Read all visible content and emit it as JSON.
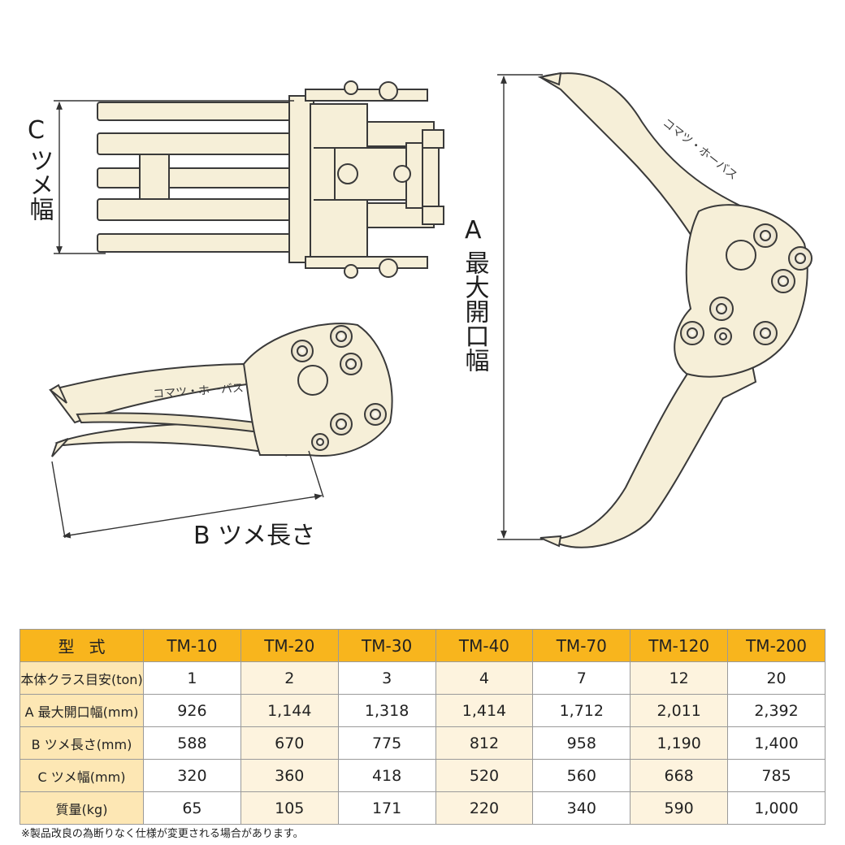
{
  "dimensions": {
    "a_letter": "A",
    "a_label": "最大開口幅",
    "b_label": "B ツメ長さ",
    "c_letter": "C",
    "c_label": "ツメ幅"
  },
  "logo_text": "コマツ・ホーバス",
  "colors": {
    "header_bg": "#f8b51d",
    "key_bg": "#fde7b4",
    "alt_col_bg": "#fdf3de",
    "body_fill": "#f6efd8",
    "outline": "#3a3a3a"
  },
  "table": {
    "header_key": "型式",
    "models": [
      "TM-10",
      "TM-20",
      "TM-30",
      "TM-40",
      "TM-70",
      "TM-120",
      "TM-200"
    ],
    "rows": [
      {
        "label": "本体クラス目安(ton)",
        "values": [
          "1",
          "2",
          "3",
          "4",
          "7",
          "12",
          "20"
        ]
      },
      {
        "label": "A 最大開口幅(mm)",
        "values": [
          "926",
          "1,144",
          "1,318",
          "1,414",
          "1,712",
          "2,011",
          "2,392"
        ]
      },
      {
        "label": "B ツメ長さ(mm)",
        "values": [
          "588",
          "670",
          "775",
          "812",
          "958",
          "1,190",
          "1,400"
        ]
      },
      {
        "label": "C ツメ幅(mm)",
        "values": [
          "320",
          "360",
          "418",
          "520",
          "560",
          "668",
          "785"
        ]
      },
      {
        "label": "質量(kg)",
        "values": [
          "65",
          "105",
          "171",
          "220",
          "340",
          "590",
          "1,000"
        ]
      }
    ]
  },
  "footnote": "※製品改良の為断りなく仕様が変更される場合があります。"
}
